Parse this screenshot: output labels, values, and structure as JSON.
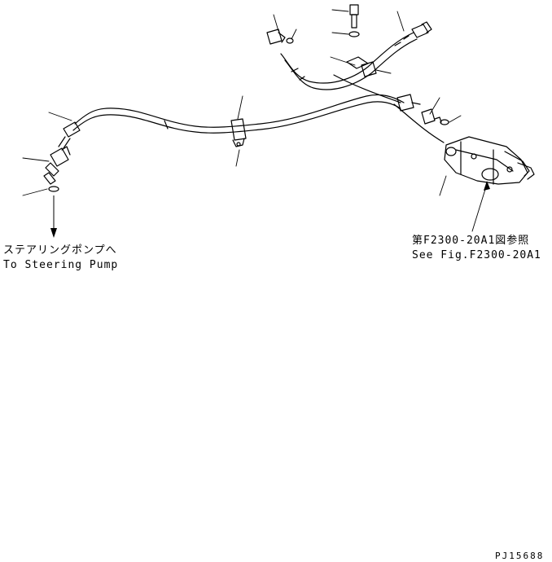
{
  "labels": {
    "to_pump_jp": "ステアリングポンプへ",
    "to_pump_en": "To Steering Pump",
    "see_fig_jp": "第F2300-20A1図参照",
    "see_fig_en": "See Fig.F2300-20A1",
    "drawing_code": "PJ15688"
  }
}
